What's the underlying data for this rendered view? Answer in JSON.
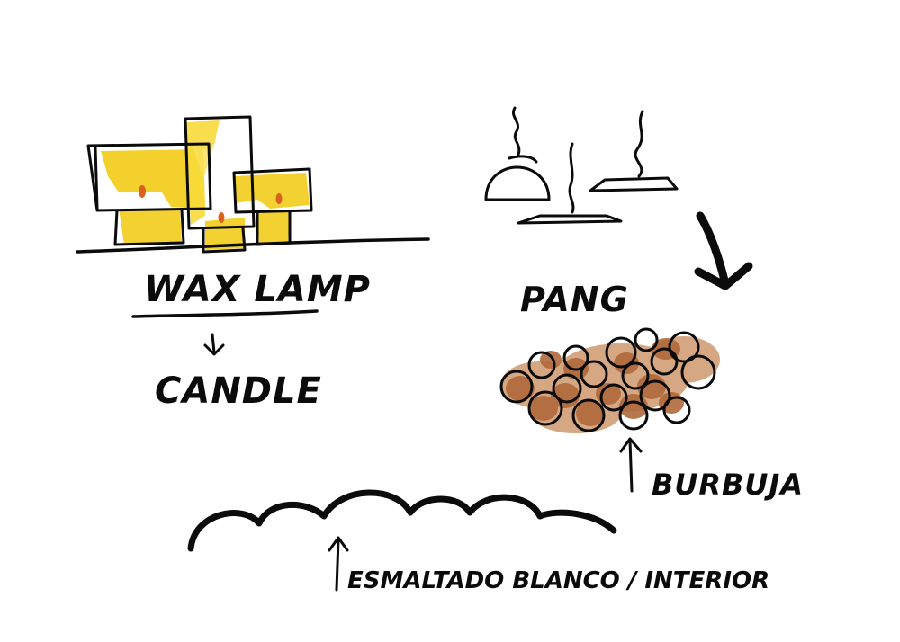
{
  "sketch": {
    "labels": {
      "wax_lamp": "WAX LAMP",
      "candle": "CANDLE",
      "pang": "PANG",
      "burbuja": "BURBUJA",
      "esmaltado": "ESMALTADO BLANCO / INTERIOR"
    },
    "colors": {
      "ink": "#0b0b0b",
      "wax_yellow": "#f2cc1a",
      "wax_yellow_light": "#f7e05a",
      "flame": "#d9611c",
      "bubble_brown": "#b06a3c",
      "bubble_light": "#c98a5a"
    },
    "icons": {
      "arrow_down": "arrow-down-icon",
      "arrow_up": "arrow-up-icon"
    }
  }
}
